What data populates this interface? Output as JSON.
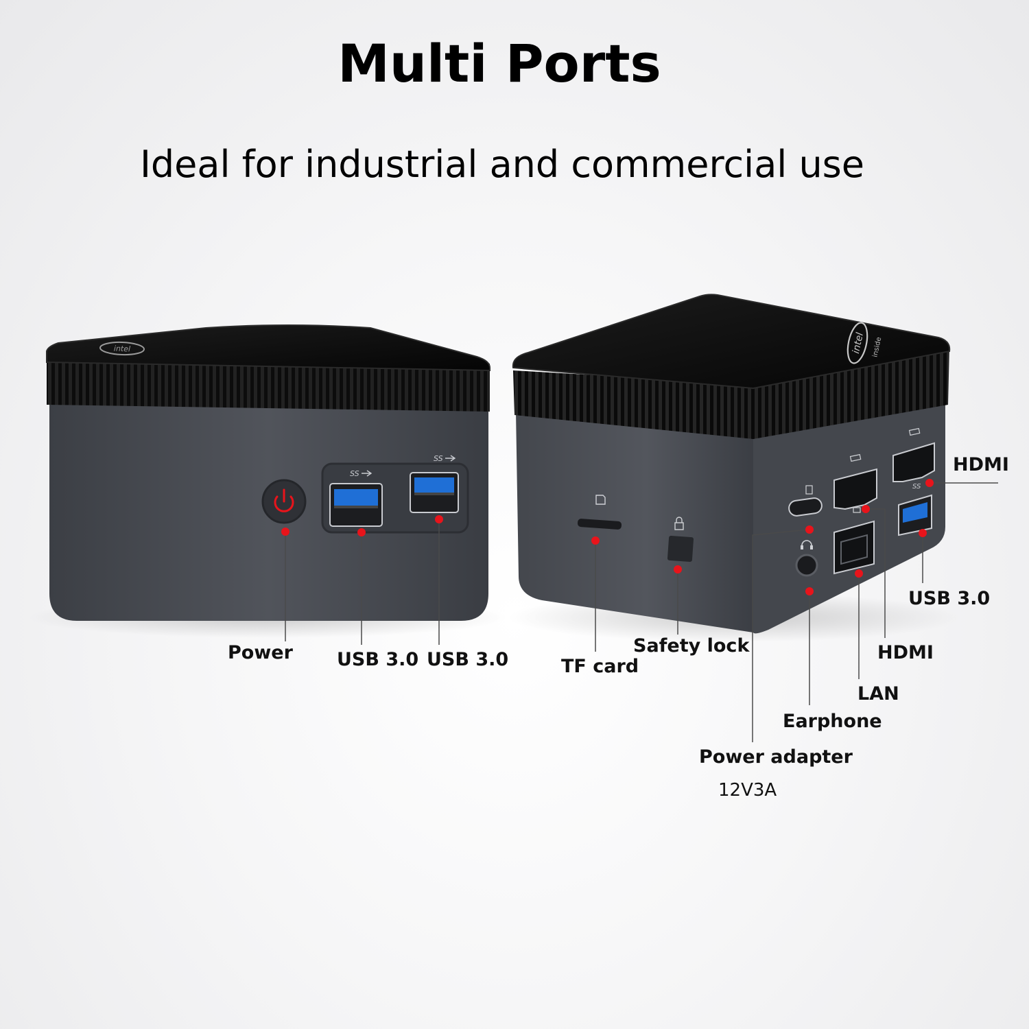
{
  "heading": {
    "title": "Multi Ports",
    "subtitle": "Ideal for industrial and commercial use"
  },
  "labels": {
    "power": "Power",
    "usb_front_1": "USB 3.0",
    "usb_front_2": "USB 3.0",
    "tf_card": "TF card",
    "safety_lock": "Safety lock",
    "power_adapter": "Power adapter",
    "power_adapter_spec": "12V3A",
    "earphone": "Earphone",
    "lan": "LAN",
    "hdmi_1": "HDMI",
    "hdmi_2": "HDMI",
    "usb_back": "USB 3.0"
  },
  "logo": {
    "brand": "intel",
    "sub": "inside"
  },
  "colors": {
    "marker": "#e8141b",
    "top_panel": "#0c0c0c",
    "body": "#4a4d53",
    "vent": "#1a1a1a",
    "usb_blue": "#1f6fd6"
  },
  "icons": [
    "power-icon",
    "usb-ss-icon",
    "sd-card-icon",
    "lock-icon",
    "hdmi-icon",
    "usb-c-icon",
    "headphone-icon",
    "network-icon"
  ]
}
